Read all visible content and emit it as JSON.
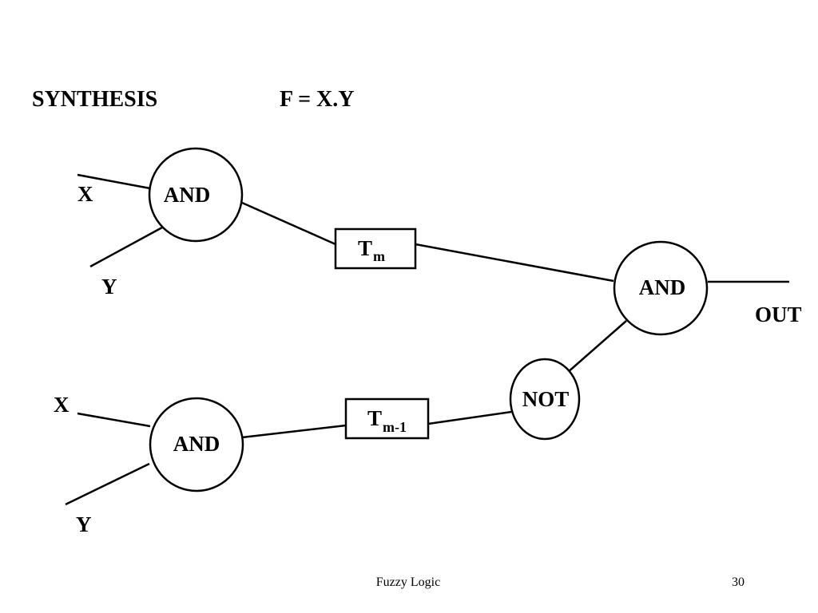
{
  "header": {
    "title": "SYNTHESIS",
    "formula": "F = X.Y"
  },
  "gates": {
    "and_top": "AND",
    "and_bottom": "AND",
    "and_out": "AND",
    "not_gate": "NOT"
  },
  "delays": {
    "tm_main": "T",
    "tm_sub": "m",
    "tm1_main": "T",
    "tm1_sub": "m-1"
  },
  "inputs": {
    "top_x": "X",
    "top_y": "Y",
    "bottom_x": "X",
    "bottom_y": "Y"
  },
  "output": {
    "label": "OUT"
  },
  "footer": {
    "title": "Fuzzy Logic",
    "page_number": "30"
  }
}
